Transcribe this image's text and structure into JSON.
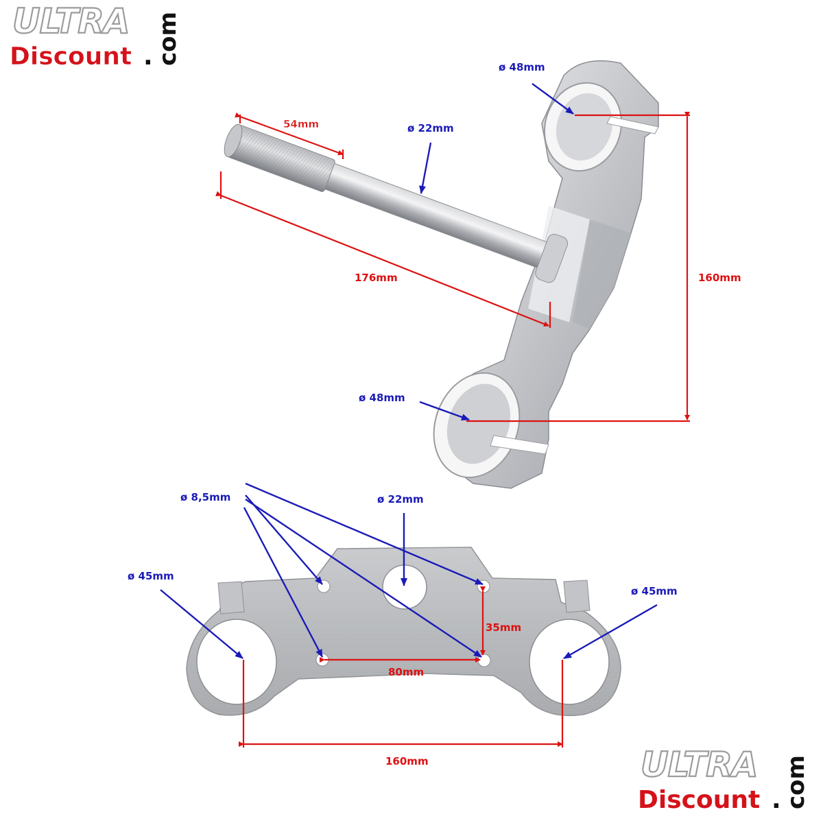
{
  "logo": {
    "ultra": "ULTRA",
    "discount": "Discount",
    "dot": ".",
    "com": "com"
  },
  "colors": {
    "dimension_red": "#dd1111",
    "label_blue": "#1b1bb8",
    "metal_light": "#e6e6e8",
    "metal_mid": "#b9bbbf",
    "metal_dark": "#8c8f94",
    "logo_red": "#d5121a",
    "logo_gray": "#9c9c9c"
  },
  "upper_clamp": {
    "labels": {
      "thread_length": "54mm",
      "stem_diameter": "ø 22mm",
      "stem_length": "176mm",
      "fork_center_distance": "160mm",
      "top_fork_bore": "ø 48mm",
      "bottom_fork_bore": "ø 48mm"
    }
  },
  "lower_plate": {
    "labels": {
      "bolt_holes": "ø 8,5mm",
      "center_hole": "ø 22mm",
      "left_fork_bore": "ø 45mm",
      "right_fork_bore": "ø 45mm",
      "hole_spacing_vertical": "35mm",
      "hole_spacing_horizontal": "80mm",
      "fork_center_distance": "160mm"
    }
  }
}
